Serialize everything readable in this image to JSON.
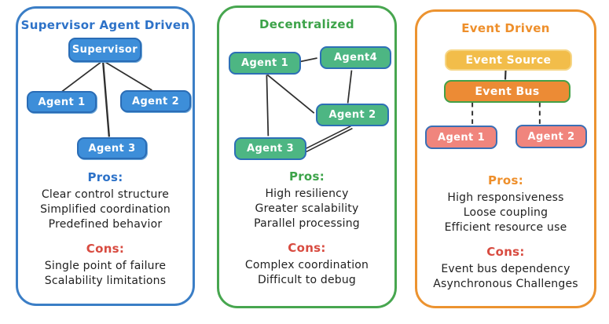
{
  "colors": {
    "blue_accent": "#2d72c8",
    "blue_node_fill": "#3d8ed9",
    "blue_node_border": "#2a6cb5",
    "green_accent": "#3ca349",
    "green_node_fill": "#4db683",
    "orange_accent": "#ee8f2b",
    "yellow_node_fill": "#f2bd4a",
    "orange_bus_fill": "#ec8b35",
    "salmon_node_fill": "#f0857d",
    "cons_red": "#d84b40",
    "line_color": "#2f2f2f"
  },
  "panels": [
    {
      "title": "Supervisor Agent Driven",
      "nodes": [
        "Supervisor",
        "Agent 1",
        "Agent 2",
        "Agent 3"
      ],
      "pros_label": "Pros:",
      "pros": [
        "Clear control structure",
        "Simplified coordination",
        "Predefined behavior"
      ],
      "cons_label": "Cons:",
      "cons": [
        "Single point of failure",
        "Scalability limitations"
      ]
    },
    {
      "title": "Decentralized",
      "nodes": [
        "Agent 1",
        "Agent4",
        "Agent 2",
        "Agent 3"
      ],
      "pros_label": "Pros:",
      "pros": [
        "High resiliency",
        "Greater scalability",
        "Parallel processing"
      ],
      "cons_label": "Cons:",
      "cons": [
        "Complex coordination",
        "Difficult to debug"
      ]
    },
    {
      "title": "Event Driven",
      "nodes": [
        "Event Source",
        "Event Bus",
        "Agent 1",
        "Agent 2"
      ],
      "pros_label": "Pros:",
      "pros": [
        "High responsiveness",
        "Loose coupling",
        "Efficient resource use"
      ],
      "cons_label": "Cons:",
      "cons": [
        "Event bus dependency",
        "Asynchronous Challenges"
      ]
    }
  ]
}
